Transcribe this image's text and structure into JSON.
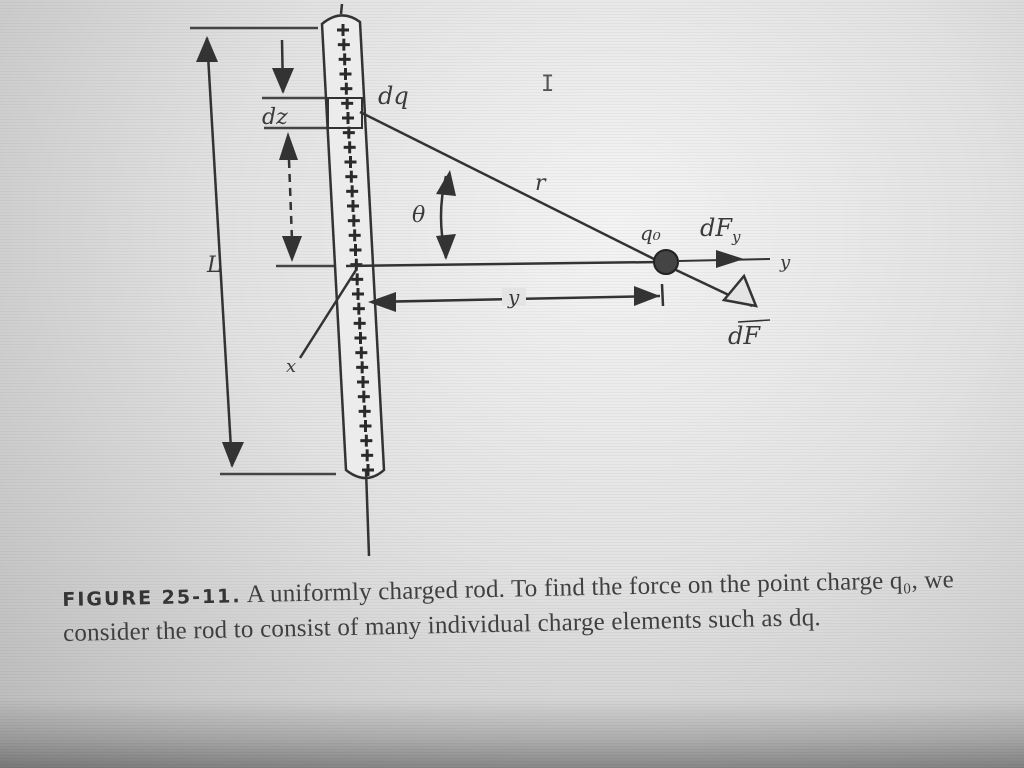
{
  "figure": {
    "labels": {
      "dq": "dq",
      "dz": "dz",
      "theta": "θ",
      "r": "r",
      "L": "L",
      "x_axis": "x",
      "y_axis": "y",
      "y_distance": "y",
      "q0": "q₀",
      "dFy": "dF",
      "dFy_sub": "y",
      "dF": "dF"
    },
    "caption": {
      "figure_number": "FIGURE 25-11.",
      "text": "A uniformly charged rod. To find the force on the point charge q₀, we consider the rod to consist of many indi­vidual charge elements such as dq."
    }
  },
  "cursor_glyph": "I"
}
